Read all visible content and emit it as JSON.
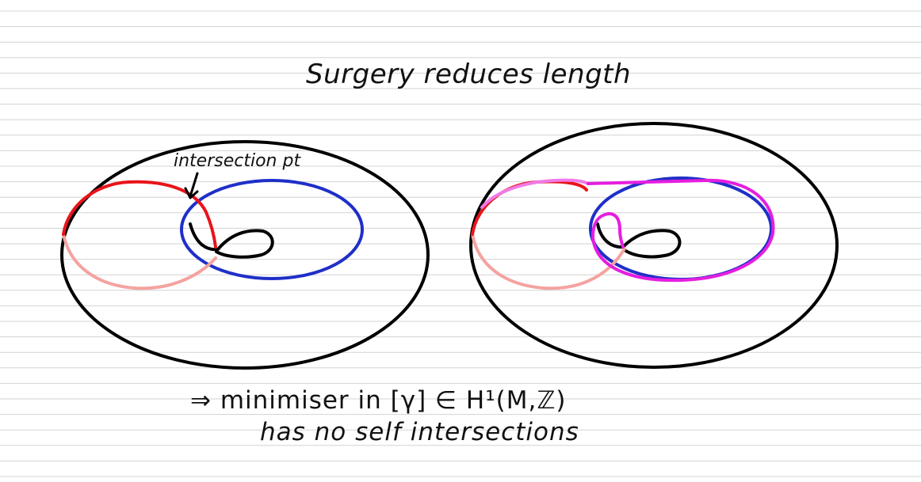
{
  "title": "Surgery reduces length",
  "annotation": "intersection pt",
  "conclusion": {
    "line1": "⇒ minimiser in [γ] ∈ H¹(M,ℤ)",
    "line2": "has no self intersections"
  },
  "colors": {
    "ruled_line": "#d3d3d3",
    "torus_outline": "#000000",
    "red_curve": "#e8141a",
    "red_curve_back": "#f4a3a0",
    "blue_curve": "#1f2fc8",
    "magenta_curve": "#e51ee0",
    "magenta_curve_light": "#f07ae8"
  }
}
